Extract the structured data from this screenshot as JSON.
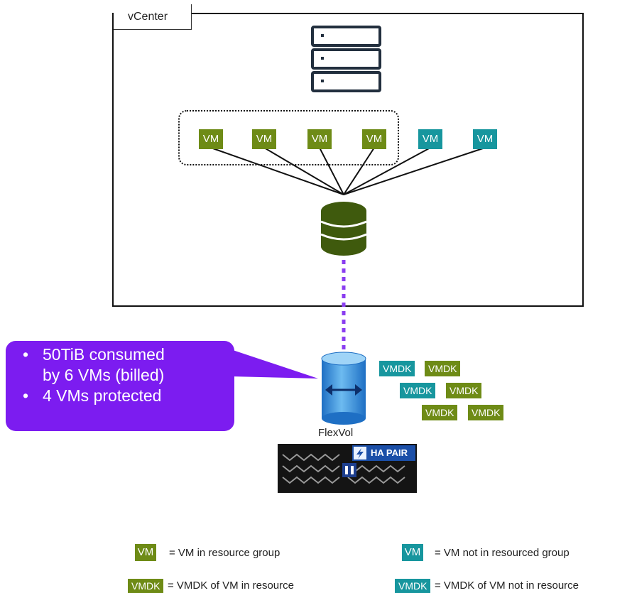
{
  "vcenter": {
    "label": "vCenter"
  },
  "vms": [
    {
      "label": "VM",
      "group": "in"
    },
    {
      "label": "VM",
      "group": "in"
    },
    {
      "label": "VM",
      "group": "in"
    },
    {
      "label": "VM",
      "group": "in"
    },
    {
      "label": "VM",
      "group": "out"
    },
    {
      "label": "VM",
      "group": "out"
    }
  ],
  "vmdks": [
    {
      "label": "VMDK",
      "group": "out"
    },
    {
      "label": "VMDK",
      "group": "in"
    },
    {
      "label": "VMDK",
      "group": "out"
    },
    {
      "label": "VMDK",
      "group": "in"
    },
    {
      "label": "VMDK",
      "group": "in"
    },
    {
      "label": "VMDK",
      "group": "in"
    }
  ],
  "callout": {
    "line1": "50TiB consumed",
    "line2": "by 6 VMs (billed)",
    "line3": "4 VMs protected"
  },
  "flexvol": {
    "label": "FlexVol"
  },
  "storage": {
    "badge": "HA PAIR"
  },
  "legend": {
    "vm_in_label": "VM",
    "vm_in_text": "= VM in resource group",
    "vm_out_label": "VM",
    "vm_out_text": "= VM not in resourced group",
    "vmdk_in_label": "VMDK",
    "vmdk_in_text": "= VMDK of VM in resource",
    "vmdk_out_label": "VMDK",
    "vmdk_out_text": "= VMDK of VM not in resource"
  },
  "colors": {
    "in_group": "#6e8b16",
    "not_in_group": "#17969e",
    "callout": "#7c1cf0",
    "datastore": "#3f5a0d",
    "dotted_link": "#8a3df0"
  }
}
